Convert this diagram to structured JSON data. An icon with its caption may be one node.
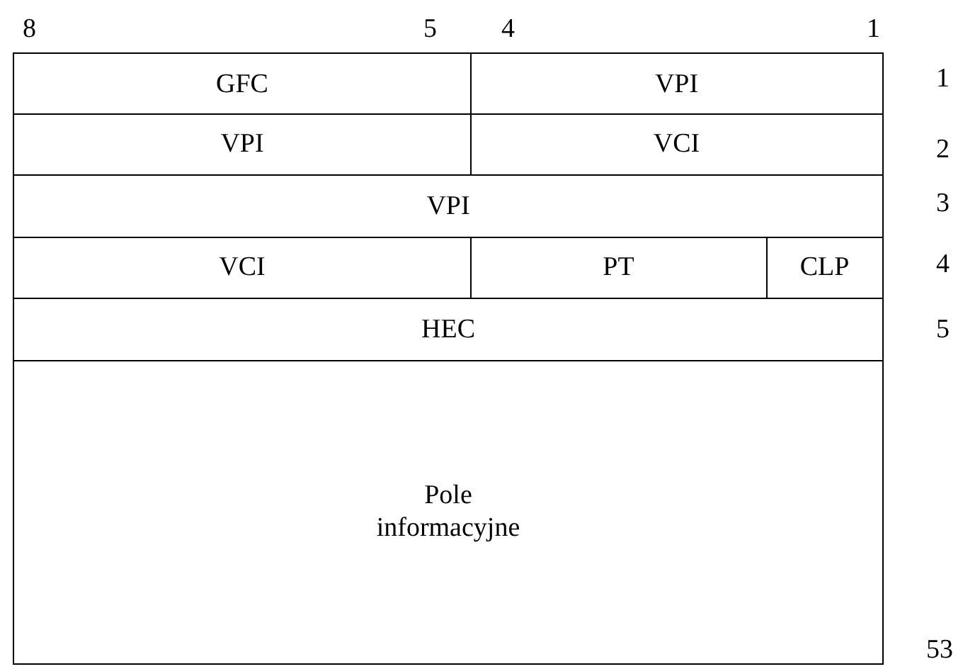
{
  "diagram": {
    "labels": [
      "8",
      "5",
      "4",
      "1",
      "GFC",
      "VPI",
      "1",
      "VPI",
      "VCI",
      "2",
      "VPI",
      "3",
      "VCI",
      "PT",
      "CLP",
      "4",
      "HEC",
      "5",
      "Pole informacyjne",
      "53"
    ]
  }
}
